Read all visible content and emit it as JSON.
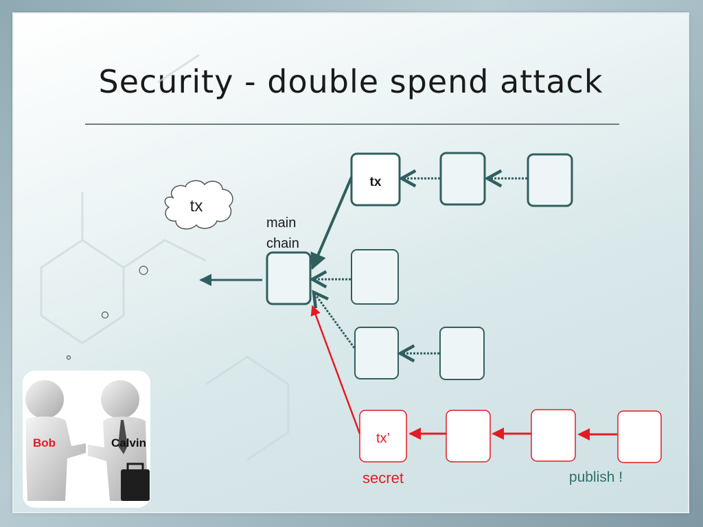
{
  "slide": {
    "title": "Security - double spend attack"
  },
  "diagram": {
    "cloud_label": "tx",
    "main_chain_label_line1": "main",
    "main_chain_label_line2": "chain",
    "main_tx_label": "tx",
    "attack_tx_label": "tx’",
    "secret_label": "secret",
    "publish_label": "publish !",
    "bob_label": "Bob",
    "calvin_label": "Calvin"
  },
  "colors": {
    "chain_teal": "#2f5f5e",
    "attack_red": "#e31b23",
    "publish_teal": "#2f6f6a"
  }
}
